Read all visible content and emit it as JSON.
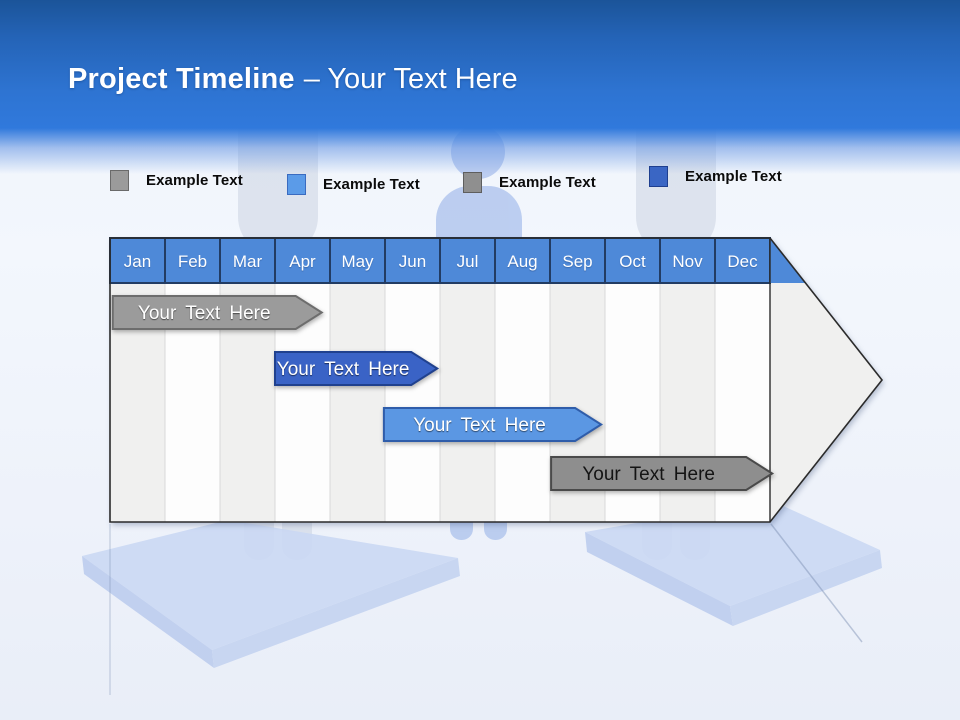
{
  "slide": {
    "title_bold": "Project Timeline",
    "title_rest": "– Your Text Here",
    "band_color": "#3079dc"
  },
  "legend": {
    "items": [
      {
        "label": "Example Text",
        "color": "#9b9b9b",
        "border": "#6a6a6a"
      },
      {
        "label": "Example Text",
        "color": "#5b9be8",
        "border": "#3a6bc0"
      },
      {
        "label": "Example Text",
        "color": "#8f8f8f",
        "border": "#5e5e5e"
      },
      {
        "label": "Example Text",
        "color": "#3a66c4",
        "border": "#1e3f8f"
      }
    ]
  },
  "timeline": {
    "months": [
      "Jan",
      "Feb",
      "Mar",
      "Apr",
      "May",
      "Jun",
      "Jul",
      "Aug",
      "Sep",
      "Oct",
      "Nov",
      "Dec"
    ],
    "header_fill": "#4e89d8",
    "header_divider": "#223c63",
    "header_text_color": "#ffffff",
    "column_alt_fill": "#f0f0ef",
    "column_fill": "#fdfdfd",
    "column_divider": "#d9d9d9",
    "outline_color": "#2b2b2b",
    "bars": [
      {
        "label": "Your Text Here",
        "start_month": 0.05,
        "end_month": 3.85,
        "fill": "#9b9b9b",
        "stroke": "#6d6d6d",
        "text_color": "light"
      },
      {
        "label": "Your Text Here",
        "start_month": 3.0,
        "end_month": 5.95,
        "fill": "#3a63c6",
        "stroke": "#20418e",
        "text_color": "light"
      },
      {
        "label": "Your Text Here",
        "start_month": 4.98,
        "end_month": 8.93,
        "fill": "#5b97e3",
        "stroke": "#2f5daa",
        "text_color": "light"
      },
      {
        "label": "Your Text Here",
        "start_month": 8.02,
        "end_month": 12.04,
        "fill": "#8e8e8e",
        "stroke": "#4a4a4a",
        "text_color": "dark"
      }
    ]
  }
}
